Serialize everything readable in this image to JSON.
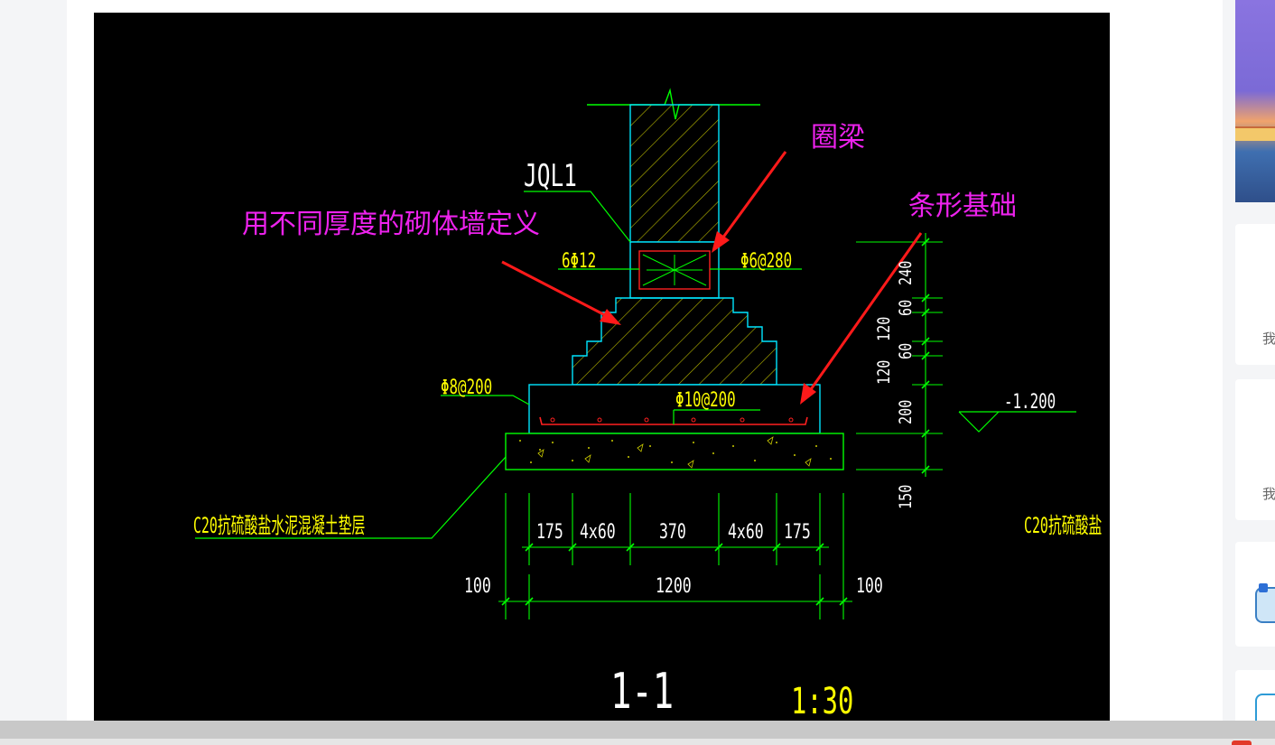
{
  "drawing": {
    "beam_tag": "JQL1",
    "annotation_wall": "用不同厚度的砌体墙定义",
    "annotation_ring_beam": "圈梁",
    "annotation_strip_foundation": "条形基础",
    "rebar_main": "6Φ12",
    "rebar_stirrup": "Φ6@280",
    "rebar_left": "Φ8@200",
    "rebar_bottom": "Φ10@200",
    "elevation": "-1.200",
    "cushion_label": "C20抗硫酸盐水泥混凝土垫层",
    "cushion_label_cut": "C20抗硫酸盐",
    "dims_horizontal": [
      "175",
      "4x60",
      "370",
      "4x60",
      "175"
    ],
    "dim_total": "1200",
    "dim_side_left": "100",
    "dim_side_right": "100",
    "dims_vertical": [
      "240",
      "60",
      "120",
      "60",
      "120",
      "200",
      "150"
    ],
    "section_label": "1-1",
    "scale_label": "1:30"
  },
  "sidebar": {
    "card1_text": "我",
    "card2_text": "我",
    "colors": {
      "banner_top": "#8a74e0",
      "icon_blue": "#2d6fd6"
    }
  },
  "colors": {
    "cad_background": "#000000",
    "line_green": "#00ff00",
    "line_cyan": "#00e5ff",
    "text_yellow": "#ffff00",
    "annotation_magenta": "#ee22ee",
    "rebar_red": "#ff2020",
    "hatch_yellow": "#cccc00"
  }
}
